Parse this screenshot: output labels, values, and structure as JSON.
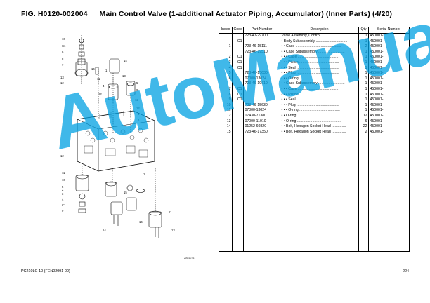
{
  "figure": {
    "number": "FIG. H0120-002004",
    "title": "Main Control Valve (1-additional Actuator Piping, Accumulator) (Inner Parts) (4/20)"
  },
  "diagram": {
    "code": "ZA610761",
    "callouts": [
      "10",
      "C1",
      "9",
      "8",
      "7",
      "13",
      "14",
      "12",
      "1",
      "11",
      "14",
      "4",
      "13",
      "12",
      "5",
      "6",
      "12",
      "12",
      "3",
      "2",
      "1",
      "11",
      "12",
      "10",
      "5",
      "3",
      "2",
      "4",
      "C1",
      "9",
      "15",
      "14",
      "11",
      "13",
      "14"
    ]
  },
  "table": {
    "headers": [
      "Index",
      "Code",
      "Part Number",
      "Description",
      "Qty",
      "Serial Number"
    ],
    "rows": [
      {
        "index": "",
        "code": "",
        "part": "723-47-29700",
        "desc": "Valve Assembly, Control ..........................",
        "qty": "1",
        "serial": "450001-"
      },
      {
        "index": "",
        "code": "C1",
        "part": "",
        "desc": "• Body Subassembly ...............................",
        "qty": "1",
        "serial": "450001-"
      },
      {
        "index": "1",
        "code": "",
        "part": "723-46-15111",
        "desc": "• • Case .............................................",
        "qty": "2",
        "serial": "450001-"
      },
      {
        "index": "",
        "code": "",
        "part": "723-46-19510",
        "desc": "• • Case Subassembly ..........................",
        "qty": "1",
        "serial": "450001-"
      },
      {
        "index": "2",
        "code": "C1",
        "part": "",
        "desc": "• • • Case .........................................",
        "qty": "1",
        "serial": "450001-"
      },
      {
        "index": "3",
        "code": "C1",
        "part": "",
        "desc": "• • • Piston .......................................",
        "qty": "1",
        "serial": "450001-"
      },
      {
        "index": "4",
        "code": "C1",
        "part": "",
        "desc": "• • • Seal ..........................................",
        "qty": "1",
        "serial": "450001-"
      },
      {
        "index": "5",
        "code": "",
        "part": "723-46-15630",
        "desc": "• • • Plug ..........................................",
        "qty": "1",
        "serial": "450001-"
      },
      {
        "index": "6",
        "code": "",
        "part": "07000-13024",
        "desc": "• • • O-ring ........................................",
        "qty": "1",
        "serial": "450001-"
      },
      {
        "index": "",
        "code": "",
        "part": "723-46-19610",
        "desc": "• • Case Subassembly ..........................",
        "qty": "1",
        "serial": "450001-"
      },
      {
        "index": "7",
        "code": "C1",
        "part": "",
        "desc": "• • • Case .........................................",
        "qty": "1",
        "serial": "450001-"
      },
      {
        "index": "8",
        "code": "C1",
        "part": "",
        "desc": "• • • Piston .......................................",
        "qty": "1",
        "serial": "450001-"
      },
      {
        "index": "9",
        "code": "C1",
        "part": "",
        "desc": "• • • Seal ..........................................",
        "qty": "1",
        "serial": "450001-"
      },
      {
        "index": "10",
        "code": "",
        "part": "723-46-15630",
        "desc": "• • • Plug ..........................................",
        "qty": "1",
        "serial": "450001-"
      },
      {
        "index": "11",
        "code": "",
        "part": "07000-13024",
        "desc": "• • • O-ring ........................................",
        "qty": "1",
        "serial": "450001-"
      },
      {
        "index": "12",
        "code": "",
        "part": "07430-71380",
        "desc": "• • O-ring ............................................",
        "qty": "12",
        "serial": "450001-"
      },
      {
        "index": "13",
        "code": "",
        "part": "07000-11010",
        "desc": "• • O-ring ............................................",
        "qty": "6",
        "serial": "450001-"
      },
      {
        "index": "14",
        "code": "",
        "part": "01252-60820",
        "desc": "• • Bolt, Hexagon Socket Head ..............",
        "qty": "22",
        "serial": "450001-"
      },
      {
        "index": "15",
        "code": "",
        "part": "723-46-17350",
        "desc": "• • Bolt, Hexagon Socket Head ..............",
        "qty": "2",
        "serial": "450001-"
      }
    ]
  },
  "footer": {
    "model": "PC210LC-10 (FEN02091-00)",
    "page": "224"
  },
  "watermark": {
    "text": "AutoManual",
    "color": "#00a0e1"
  }
}
